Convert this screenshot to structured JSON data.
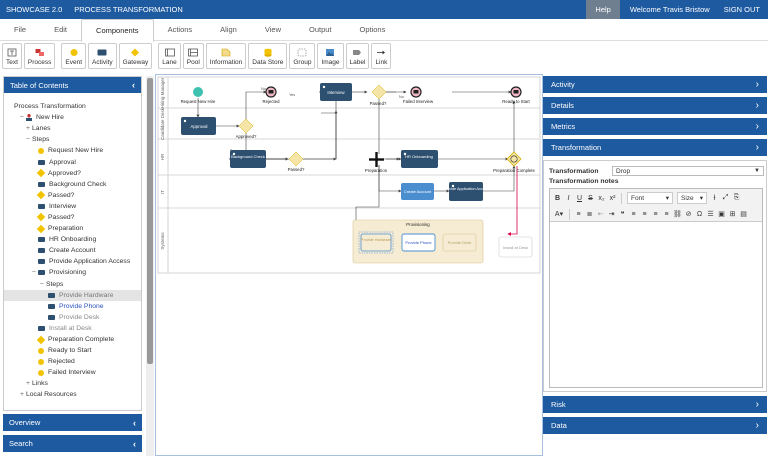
{
  "topbar": {
    "app": "SHOWCASE 2.0",
    "doc": "PROCESS TRANSFORMATION",
    "help": "Help",
    "welcome": "Welcome Travis Bristow",
    "signout": "SIGN OUT"
  },
  "menu": [
    "File",
    "Edit",
    "Components",
    "Actions",
    "Align",
    "View",
    "Output",
    "Options"
  ],
  "menu_active": "Components",
  "toolbar": {
    "text": "Text",
    "process": "Process",
    "event": "Event",
    "activity": "Activity",
    "gateway": "Gateway",
    "lane": "Lane",
    "pool": "Pool",
    "information": "Information",
    "datastore": "Data Store",
    "group": "Group",
    "image": "Image",
    "label": "Label",
    "link": "Link"
  },
  "toc": {
    "title": "Table of Contents",
    "rows": [
      {
        "t": "Process Transformation",
        "ind": 10,
        "ex": "",
        "ic": ""
      },
      {
        "t": "New Hire",
        "ind": 14,
        "ex": "−",
        "ic": "person"
      },
      {
        "t": "Lanes",
        "ind": 20,
        "ex": "+",
        "ic": ""
      },
      {
        "t": "Steps",
        "ind": 20,
        "ex": "−",
        "ic": ""
      },
      {
        "t": "Request New Hire",
        "ind": 34,
        "ex": "",
        "ic": "ci"
      },
      {
        "t": "Approval",
        "ind": 34,
        "ex": "",
        "ic": "sq"
      },
      {
        "t": "Approved?",
        "ind": 34,
        "ex": "",
        "ic": "dm"
      },
      {
        "t": "Background Check",
        "ind": 34,
        "ex": "",
        "ic": "sq"
      },
      {
        "t": "Passed?",
        "ind": 34,
        "ex": "",
        "ic": "dm"
      },
      {
        "t": "Interview",
        "ind": 34,
        "ex": "",
        "ic": "sq"
      },
      {
        "t": "Passed?",
        "ind": 34,
        "ex": "",
        "ic": "dm"
      },
      {
        "t": "Preparation",
        "ind": 34,
        "ex": "",
        "ic": "dm"
      },
      {
        "t": "HR Onboarding",
        "ind": 34,
        "ex": "",
        "ic": "sq"
      },
      {
        "t": "Create Account",
        "ind": 34,
        "ex": "",
        "ic": "sq"
      },
      {
        "t": "Provide Application Access",
        "ind": 34,
        "ex": "",
        "ic": "sq"
      },
      {
        "t": "Provisioning",
        "ind": 26,
        "ex": "−",
        "ic": "sq"
      },
      {
        "t": "Steps",
        "ind": 34,
        "ex": "−",
        "ic": ""
      },
      {
        "t": "Provide Hardware",
        "ind": 44,
        "ex": "",
        "ic": "sq",
        "cls": "sel"
      },
      {
        "t": "Provide Phone",
        "ind": 44,
        "ex": "",
        "ic": "sq",
        "cls": "link"
      },
      {
        "t": "Provide Desk",
        "ind": 44,
        "ex": "",
        "ic": "sq",
        "cls": "dim"
      },
      {
        "t": "Install at Desk",
        "ind": 34,
        "ex": "",
        "ic": "sq",
        "cls": "dim"
      },
      {
        "t": "Preparation Complete",
        "ind": 34,
        "ex": "",
        "ic": "dm"
      },
      {
        "t": "Ready to Start",
        "ind": 34,
        "ex": "",
        "ic": "ci"
      },
      {
        "t": "Rejected",
        "ind": 34,
        "ex": "",
        "ic": "ci"
      },
      {
        "t": "Failed Interview",
        "ind": 34,
        "ex": "",
        "ic": "ci"
      },
      {
        "t": "Links",
        "ind": 20,
        "ex": "+",
        "ic": ""
      },
      {
        "t": "Local Resources",
        "ind": 14,
        "ex": "+",
        "ic": ""
      }
    ]
  },
  "overview": "Overview",
  "search": "Search",
  "diagram": {
    "lanes": [
      "Hiring Manager",
      "Candidate Desk",
      "HR",
      "IT",
      "Systems"
    ],
    "nodes": {
      "request": "Request New Hire",
      "approval": "Approval",
      "approved": "Approved?",
      "rejected": "Rejected",
      "no1": "No",
      "yes1": "Yes",
      "bgcheck": "Background Check",
      "passed1": "Passed?",
      "interview": "Interview",
      "passed2": "Passed?",
      "failed": "Failed Interview",
      "no2": "No",
      "ready": "Ready to Start",
      "prep": "Preparation",
      "hr": "HR Onboarding",
      "prepcomplete": "Preparation Complete",
      "create": "Create Account",
      "access": "Provide Application Access",
      "provisioning": "Provisioning",
      "hardware": "Provide Hardware",
      "phone": "Provide Phone",
      "desk": "Provide Desk",
      "install": "Install at Desk"
    }
  },
  "right": {
    "activity": "Activity",
    "details": "Details",
    "metrics": "Metrics",
    "transformation": "Transformation",
    "risk": "Risk",
    "data": "Data",
    "trans_label": "Transformation",
    "trans_value": "Drop",
    "notes_label": "Transformation notes",
    "font": "Font",
    "size": "Size"
  },
  "colors": {
    "brand": "#1e5aa0",
    "task": "#2d4f70",
    "gateway": "#f2c300"
  }
}
